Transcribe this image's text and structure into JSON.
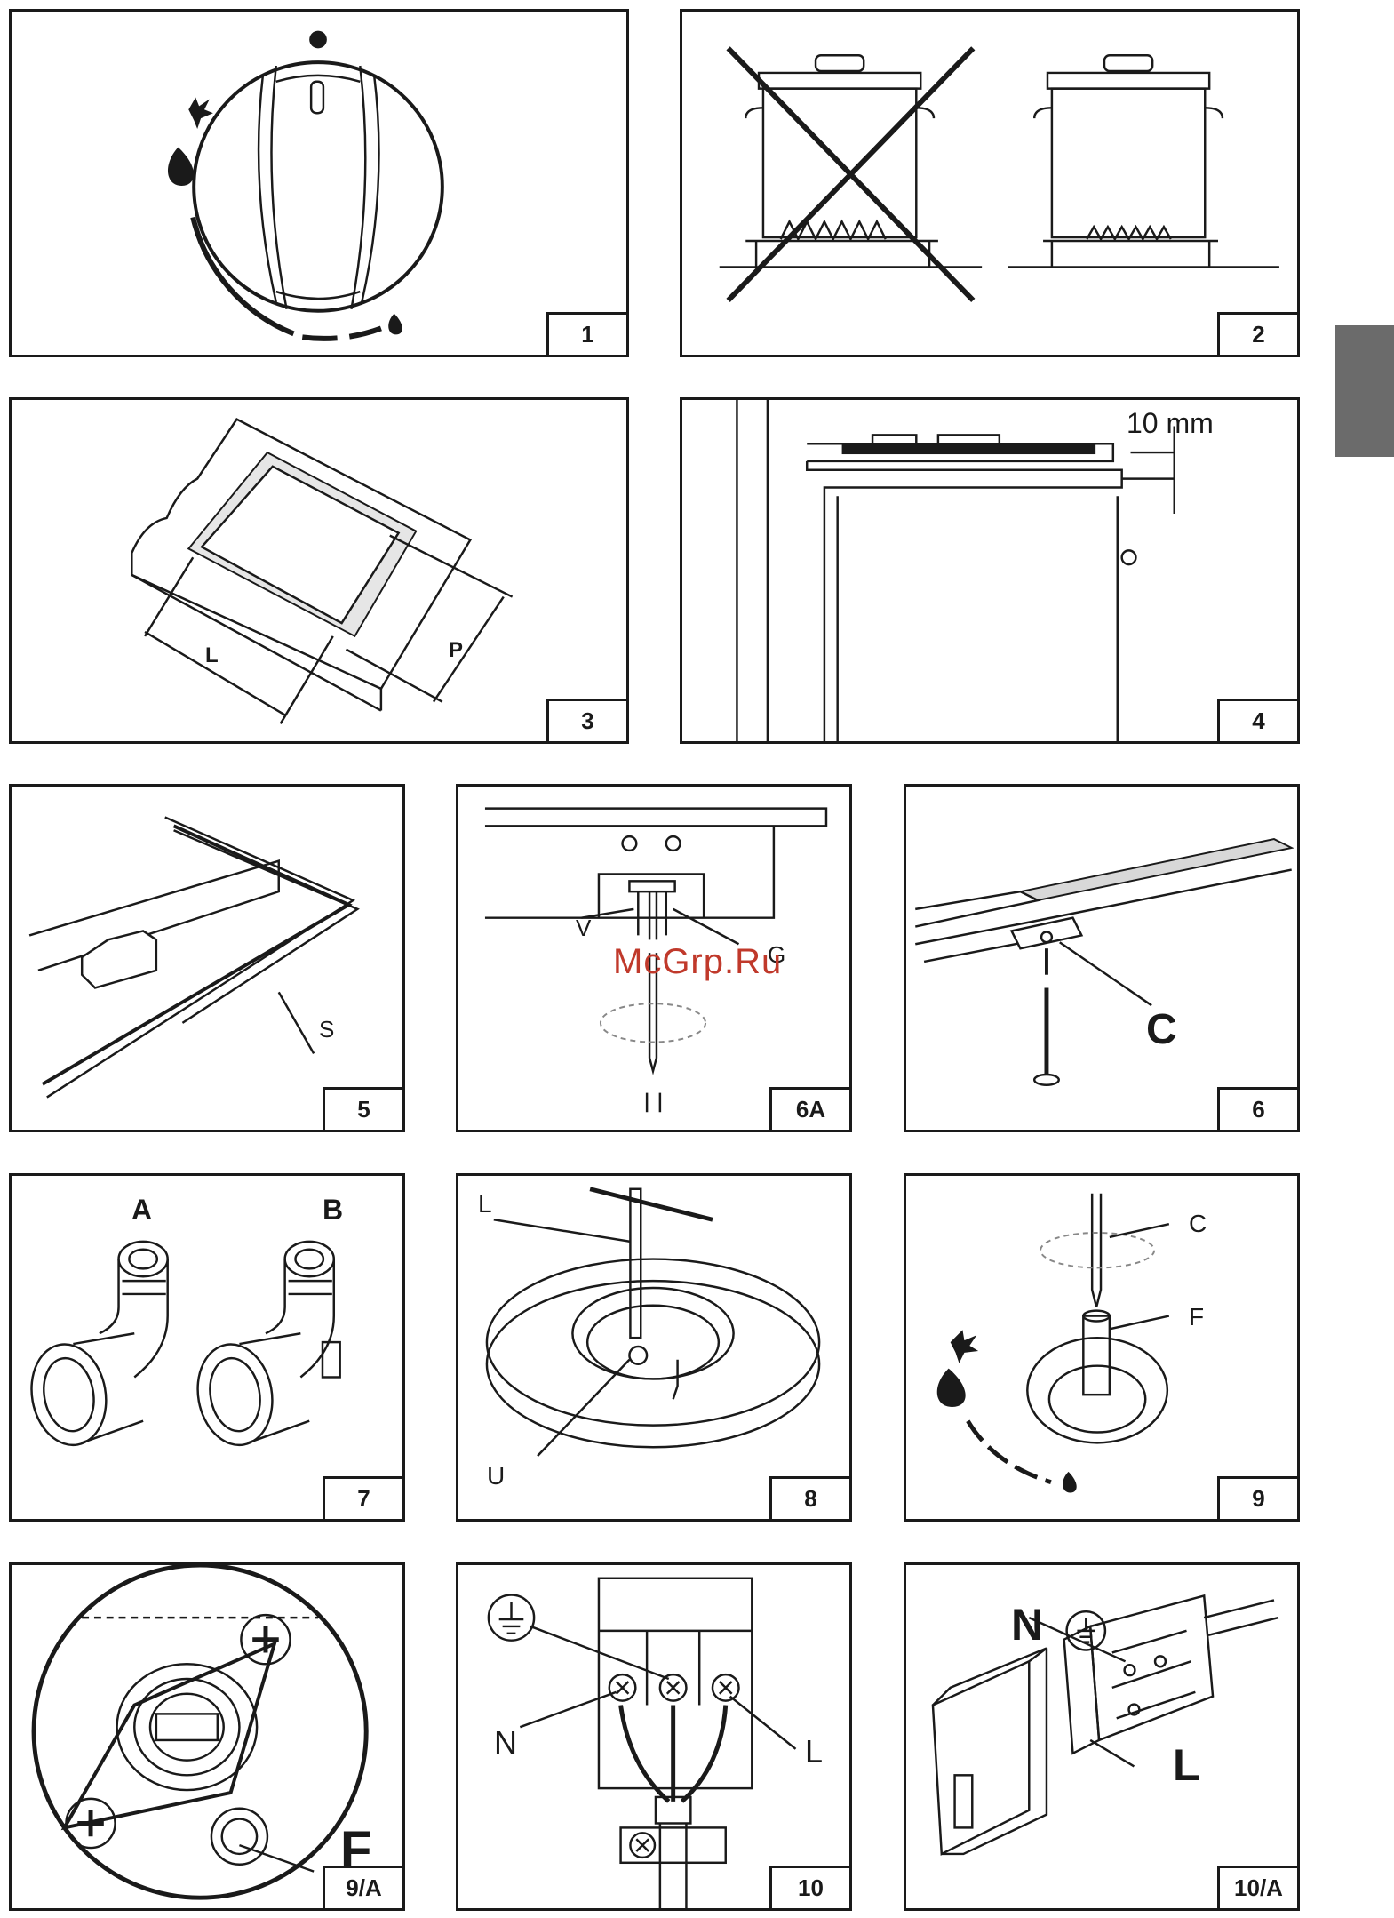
{
  "panels": {
    "p1": {
      "number": "1"
    },
    "p2": {
      "number": "2"
    },
    "p3": {
      "number": "3",
      "label_l": "L",
      "label_p": "P"
    },
    "p4": {
      "number": "4",
      "dimension": "10 mm"
    },
    "p5": {
      "number": "5",
      "label_s": "S"
    },
    "p6a": {
      "number": "6A",
      "label_v": "V",
      "label_g": "G"
    },
    "p6": {
      "number": "6",
      "label_c": "C"
    },
    "p7": {
      "number": "7",
      "label_a": "A",
      "label_b": "B"
    },
    "p8": {
      "number": "8",
      "label_l": "L",
      "label_u": "U"
    },
    "p9": {
      "number": "9",
      "label_c": "C",
      "label_f": "F"
    },
    "p9a": {
      "number": "9/A",
      "label_f": "F"
    },
    "p10": {
      "number": "10",
      "label_n": "N",
      "label_l": "L"
    },
    "p10a": {
      "number": "10/A",
      "label_n": "N",
      "label_l": "L"
    }
  },
  "watermark": "McGrp.Ru",
  "colors": {
    "line": "#1a1a1a",
    "tab": "#6b6b6b",
    "watermark": "#c0392b"
  }
}
